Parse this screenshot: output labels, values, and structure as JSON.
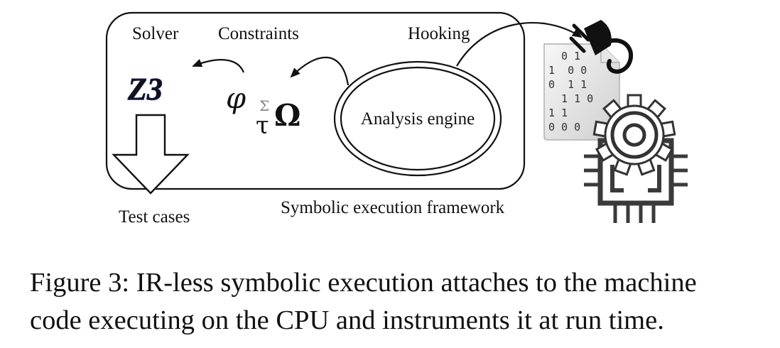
{
  "labels": {
    "solver": "Solver",
    "constraints": "Constraints",
    "hooking": "Hooking",
    "analysis_engine": "Analysis engine",
    "test_cases": "Test cases",
    "framework": "Symbolic execution framework"
  },
  "solver_logo": "Z3",
  "symbols": {
    "phi": "φ",
    "sigma": "Σ",
    "tau": "τ",
    "omega": "Ω"
  },
  "binary_rows": [
    "0 1",
    "1  0 0",
    "0  1 1",
    "  1 1 0",
    "1 1",
    "0 0 0"
  ],
  "caption": {
    "line1": "Figure 3: IR-less symbolic execution attaches to the machine",
    "line2": "code executing on the CPU and instruments it at run time."
  },
  "icons": [
    "z3-logo",
    "binary-file-icon",
    "plug-icon",
    "gear-icon",
    "cpu-chip-icon",
    "down-arrow-icon"
  ]
}
